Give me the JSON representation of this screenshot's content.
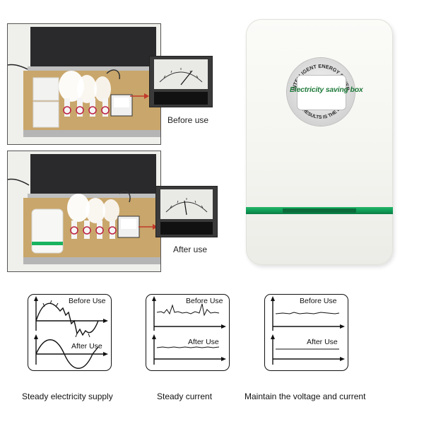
{
  "photos": {
    "top": {
      "zoom_caption": "Before use"
    },
    "bottom": {
      "zoom_caption": "After use"
    }
  },
  "device": {
    "badge_arc_top": "INTELLIGENT ENERGY SAVER",
    "badge_main": "Electricity saving box",
    "badge_arc_bottom": "THE RESULTS IS THE BEST",
    "accent_color": "#0f9d58"
  },
  "diagrams": [
    {
      "before_label": "Before Use",
      "after_label": "After Use",
      "caption": "Steady electricity supply"
    },
    {
      "before_label": "Before Use",
      "after_label": "After Use",
      "caption": "Steady current"
    },
    {
      "before_label": "Before Use",
      "after_label": "After Use",
      "caption": "Maintain the voltage and current"
    }
  ]
}
